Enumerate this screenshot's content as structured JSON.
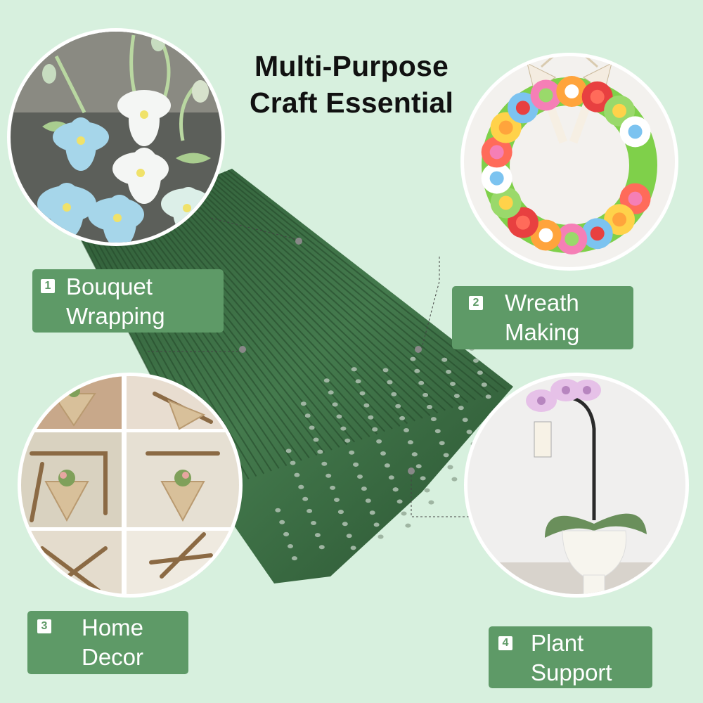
{
  "title": {
    "line1": "Multi-Purpose",
    "line2": "Craft Essential"
  },
  "features": [
    {
      "number": "1",
      "line1": "Bouquet",
      "line2": "Wrapping"
    },
    {
      "number": "2",
      "line1": "Wreath",
      "line2": "Making"
    },
    {
      "number": "3",
      "line1": "Home",
      "line2": "Decor"
    },
    {
      "number": "4",
      "line1": "Plant",
      "line2": "Support"
    }
  ],
  "colors": {
    "background": "#d7f0de",
    "label_green": "#5e9a67",
    "stem_green": "#3b6d44",
    "title_text": "#111111"
  },
  "icons": [
    "crochet-lily-bouquet",
    "pompom-flower-wreath",
    "macrame-wall-hanger",
    "orchid-pot"
  ]
}
